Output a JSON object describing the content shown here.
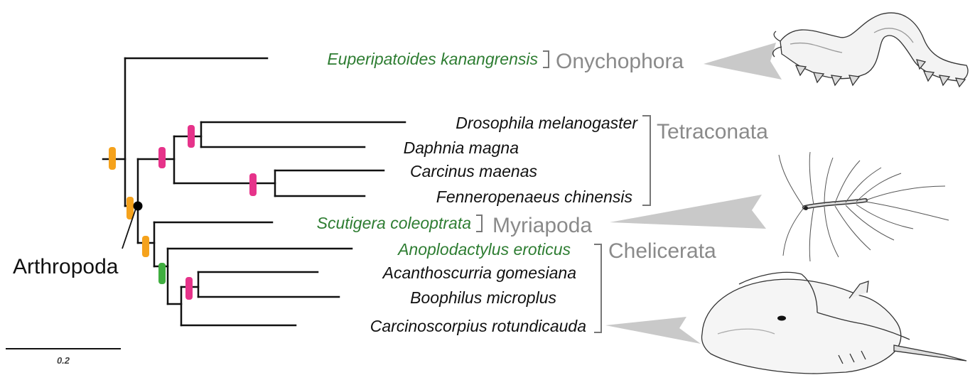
{
  "colors": {
    "green_taxon": "#2e7d32",
    "black_taxon": "#111111",
    "clade_label": "#8a8a8a",
    "marker_orange": "#f5a21c",
    "marker_pink": "#e6338a",
    "marker_green": "#3fae3f"
  },
  "taxa": [
    {
      "name": "Euperipatoides kanangrensis",
      "color": "green"
    },
    {
      "name": "Drosophila melanogaster",
      "color": "black"
    },
    {
      "name": "Daphnia magna",
      "color": "black"
    },
    {
      "name": "Carcinus maenas",
      "color": "black"
    },
    {
      "name": "Fenneropenaeus chinensis",
      "color": "black"
    },
    {
      "name": "Scutigera coleoptrata",
      "color": "green"
    },
    {
      "name": "Anoplodactylus eroticus",
      "color": "green"
    },
    {
      "name": "Acanthoscurria gomesiana",
      "color": "black"
    },
    {
      "name": "Boophilus microplus",
      "color": "black"
    },
    {
      "name": "Carcinoscorpius rotundicauda",
      "color": "black"
    }
  ],
  "clades": {
    "onychophora": "Onychophora",
    "tetraconata": "Tetraconata",
    "myriapoda": "Myriapoda",
    "chelicerata": "Chelicerata"
  },
  "root_label": "Arthropoda",
  "scale_bar": {
    "label": "0.2",
    "value": 0.2
  },
  "illustrations": [
    "velvet-worm-drawing",
    "centipede-drawing",
    "horseshoe-crab-drawing"
  ]
}
